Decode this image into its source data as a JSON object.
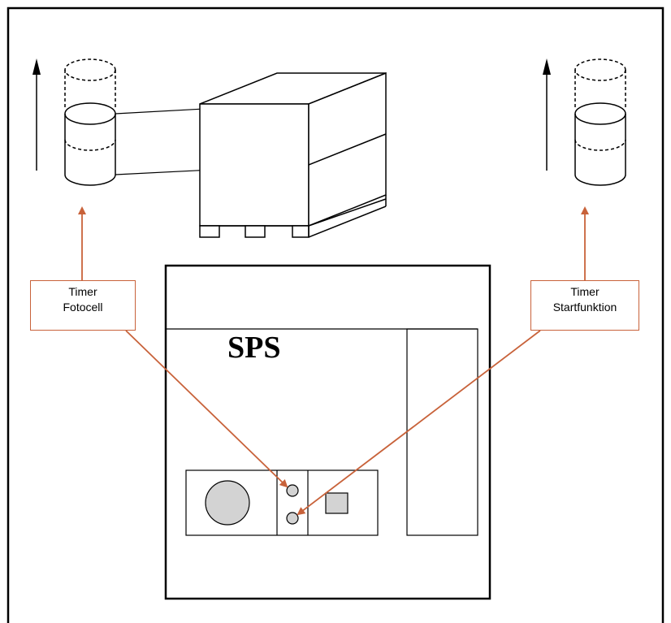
{
  "title": "SPS",
  "labels": {
    "fotocell": {
      "line1": "Timer",
      "line2": "Fotocell"
    },
    "start": {
      "line1": "Timer",
      "line2": "Startfunktion"
    }
  },
  "colors": {
    "arrow": "#c8623a",
    "stroke": "#000000",
    "component_fill": "#d3d3d3",
    "background": "#ffffff"
  }
}
